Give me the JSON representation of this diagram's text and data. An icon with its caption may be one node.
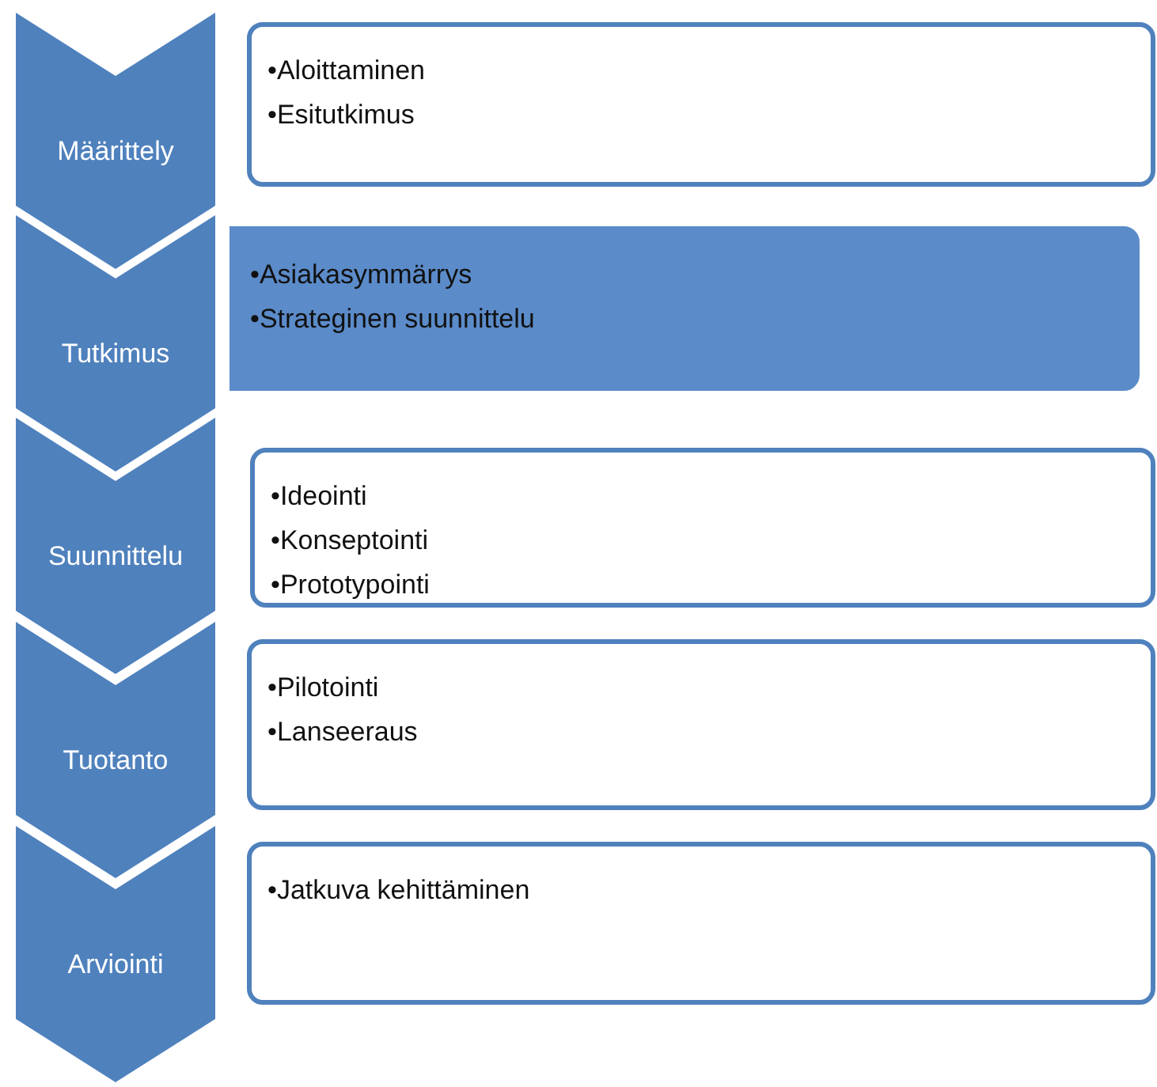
{
  "diagram": {
    "nodes": [
      {
        "text": [
          "Määrittely"
        ]
      },
      {
        "text": [
          "•Aloittaminen",
          "•Esitutkimus"
        ]
      },
      {
        "text": [
          "Tutkimus"
        ]
      },
      {
        "text": [
          "•Asiakasymmärrys",
          "•Strateginen suunnittelu"
        ]
      },
      {
        "text": [
          "Suunnittelu"
        ]
      },
      {
        "text": [
          "•Ideointi",
          "•Konseptointi",
          "•Prototypointi"
        ]
      },
      {
        "text": [
          "Tuotanto"
        ]
      },
      {
        "text": [
          "•Pilotointi",
          "•Lanseeraus"
        ]
      },
      {
        "text": [
          "Arviointi"
        ]
      },
      {
        "text": [
          "•Jatkuva kehittäminen"
        ]
      }
    ]
  }
}
